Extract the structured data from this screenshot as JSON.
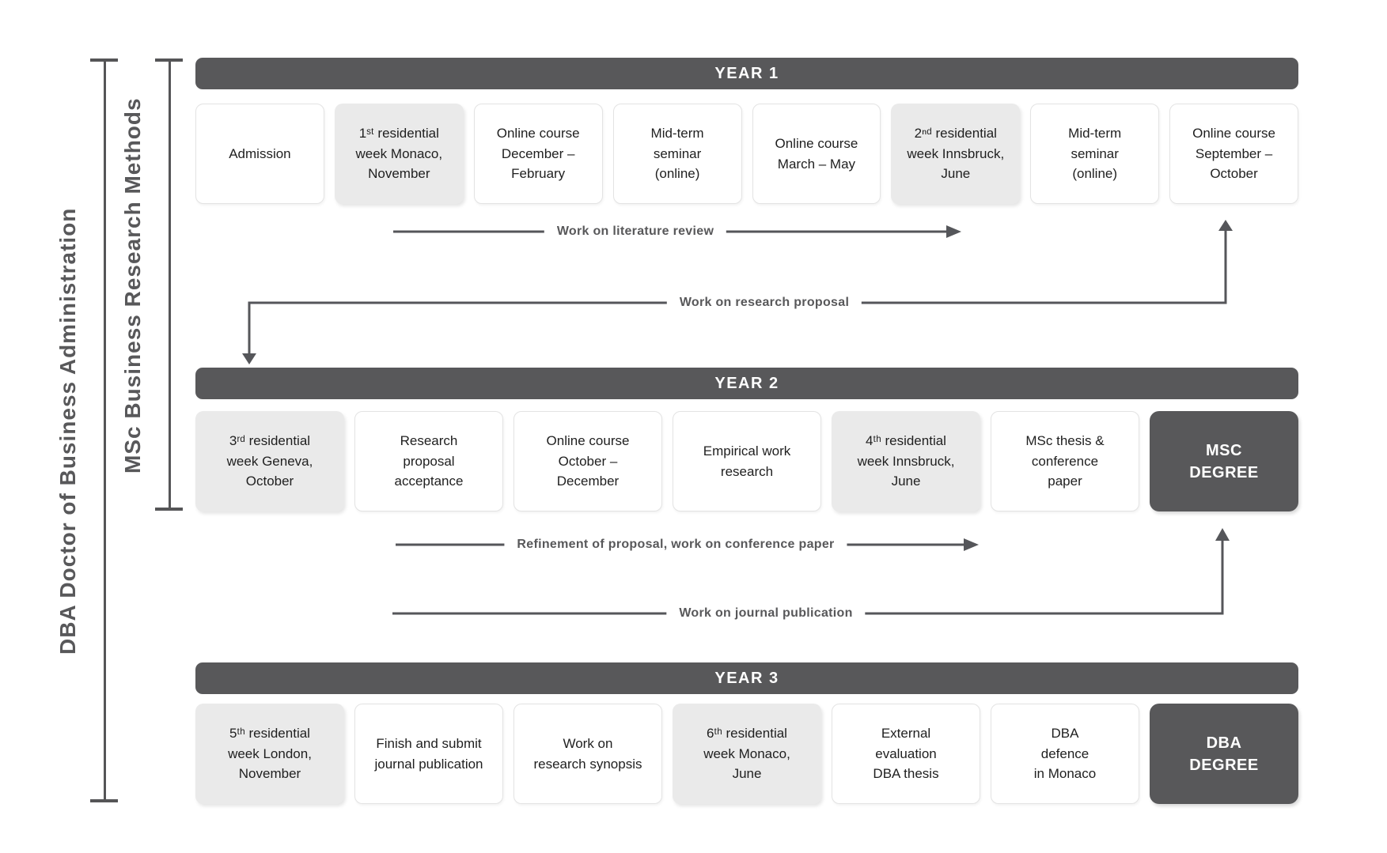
{
  "palette": {
    "dark_gray": "#58585a",
    "light_box": "#eaeaea",
    "white_box_border": "#e3e3e3",
    "line": "#55565a",
    "box_text": "#1f1f1f"
  },
  "rails": [
    {
      "label": "DBA Doctor of Business Administration"
    },
    {
      "label": "MSc Business Research Methods"
    }
  ],
  "years": [
    {
      "title": "YEAR 1",
      "boxes": [
        {
          "text": "Admission"
        },
        {
          "text": "1ˢᵗ residential\nweek Monaco,\nNovember"
        },
        {
          "text": "Online course\nDecember –\nFebruary"
        },
        {
          "text": "Mid-term\nseminar\n(online)"
        },
        {
          "text": "Online course\nMarch – May"
        },
        {
          "text": "2ⁿᵈ residential\nweek Innsbruck,\nJune"
        },
        {
          "text": "Mid-term\nseminar\n(online)"
        },
        {
          "text": "Online course\nSeptember –\nOctober"
        }
      ]
    },
    {
      "title": "YEAR 2",
      "boxes": [
        {
          "text": "3ʳᵈ residential\nweek Geneva,\nOctober"
        },
        {
          "text": "Research\nproposal\nacceptance"
        },
        {
          "text": "Online course\nOctober –\nDecember"
        },
        {
          "text": "Empirical work\nresearch"
        },
        {
          "text": "4ᵗʰ residential\nweek Innsbruck,\nJune"
        },
        {
          "text": "MSc thesis &\nconference\npaper"
        },
        {
          "text": "MSC\nDEGREE"
        }
      ]
    },
    {
      "title": "YEAR 3",
      "boxes": [
        {
          "text": "5ᵗʰ residential\nweek London,\nNovember"
        },
        {
          "text": "Finish and submit\njournal publication"
        },
        {
          "text": "Work on\nresearch synopsis"
        },
        {
          "text": "6ᵗʰ residential\nweek Monaco,\nJune"
        },
        {
          "text": "External\nevaluation\nDBA thesis"
        },
        {
          "text": "DBA\ndefence\nin Monaco"
        },
        {
          "text": "DBA\nDEGREE"
        }
      ]
    }
  ],
  "annotations": [
    {
      "label": "Work on literature review"
    },
    {
      "label": "Work on research proposal"
    },
    {
      "label": "Refinement of proposal, work on conference paper"
    },
    {
      "label": "Work on journal publication"
    }
  ]
}
